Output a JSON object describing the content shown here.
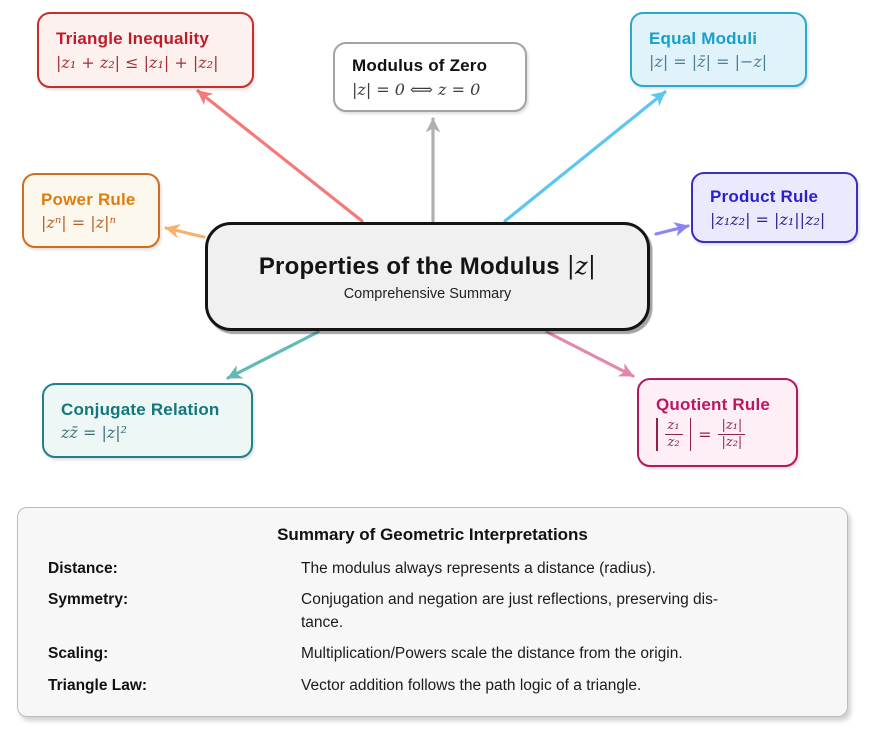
{
  "center": {
    "title_text": "Properties of the Modulus",
    "title_math": "|z|",
    "subtitle": "Comprehensive Summary",
    "border_color": "#141414",
    "background": "#f0f0f0"
  },
  "nodes": {
    "triangle": {
      "title": "Triangle Inequality",
      "formula": "|z₁ + z₂| ≤ |z₁| + |z₂|",
      "accent": "#c4302b",
      "background": "#fdf1ef",
      "title_color": "#c11b2a",
      "formula_color": "#a03036",
      "arrow_color": "#f47a78"
    },
    "zero": {
      "title": "Modulus of Zero",
      "formula": "|z| = 0  ⟺  z = 0",
      "accent": "#a3a3a3",
      "background": "#ffffff",
      "title_color": "#111111",
      "formula_color": "#3c3c3c",
      "arrow_color": "#b0b0b0"
    },
    "equal": {
      "title": "Equal Moduli",
      "formula": "|z| = |z̄| = |−z|",
      "accent": "#2ca8cd",
      "background": "#e0f2fa",
      "title_color": "#18a0cd",
      "formula_color": "#4a7e96",
      "arrow_color": "#5bc6f0"
    },
    "power": {
      "title": "Power Rule",
      "formula": "|zⁿ| = |z|ⁿ",
      "accent": "#cf6e20",
      "background": "#fdf8ee",
      "title_color": "#df7c0e",
      "formula_color": "#b05f22",
      "arrow_color": "#f8b168"
    },
    "product": {
      "title": "Product Rule",
      "formula": "|z₁z₂| = |z₁||z₂|",
      "accent": "#3c2fc0",
      "background": "#ebeafc",
      "title_color": "#2a1fcc",
      "formula_color": "#2b2394",
      "arrow_color": "#8986f2"
    },
    "conjugate": {
      "title": "Conjugate Relation",
      "formula": "zz̄ = |z|²",
      "accent": "#21808a",
      "background": "#edf7f6",
      "title_color": "#13777e",
      "formula_color": "#3a6f74",
      "arrow_color": "#63bab4"
    },
    "quotient": {
      "title": "Quotient Rule",
      "lhs_num": "z₁",
      "lhs_den": "z₂",
      "eq": "=",
      "rhs_num": "|z₁|",
      "rhs_den": "|z₂|",
      "accent": "#b2195e",
      "background": "#fdeff5",
      "title_color": "#bd1663",
      "formula_color": "#92204f",
      "arrow_color": "#e287ad"
    }
  },
  "summary": {
    "title": "Summary of Geometric Interpretations",
    "rows": [
      {
        "label": "Distance:",
        "desc": "The modulus always represents a distance (radius)."
      },
      {
        "label": "Symmetry:",
        "desc": "Conjugation and negation are just reflections, preserving dis-\ntance."
      },
      {
        "label": "Scaling:",
        "desc": "Multiplication/Powers scale the distance from the origin."
      },
      {
        "label": "Triangle Law:",
        "desc": "Vector addition follows the path logic of a triangle."
      }
    ]
  }
}
